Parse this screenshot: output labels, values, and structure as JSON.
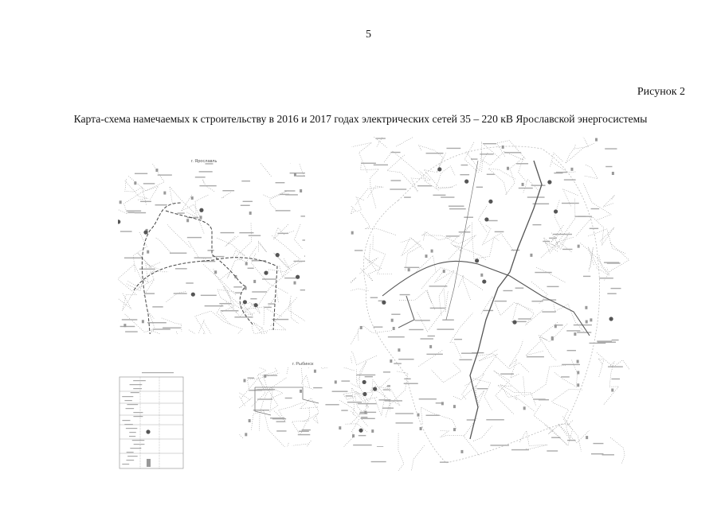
{
  "page_number": "5",
  "figure_label": "Рисунок 2",
  "title": "Карта-схема намечаемых к строительству в 2016 и 2017 годах электрических сетей 35 – 220 кВ Ярославской энергосистемы",
  "maps": {
    "yaroslavl": {
      "title": "г. Ярославль"
    },
    "rybinsk": {
      "title": "г. Рыбинск"
    },
    "region": {},
    "legend": {}
  }
}
